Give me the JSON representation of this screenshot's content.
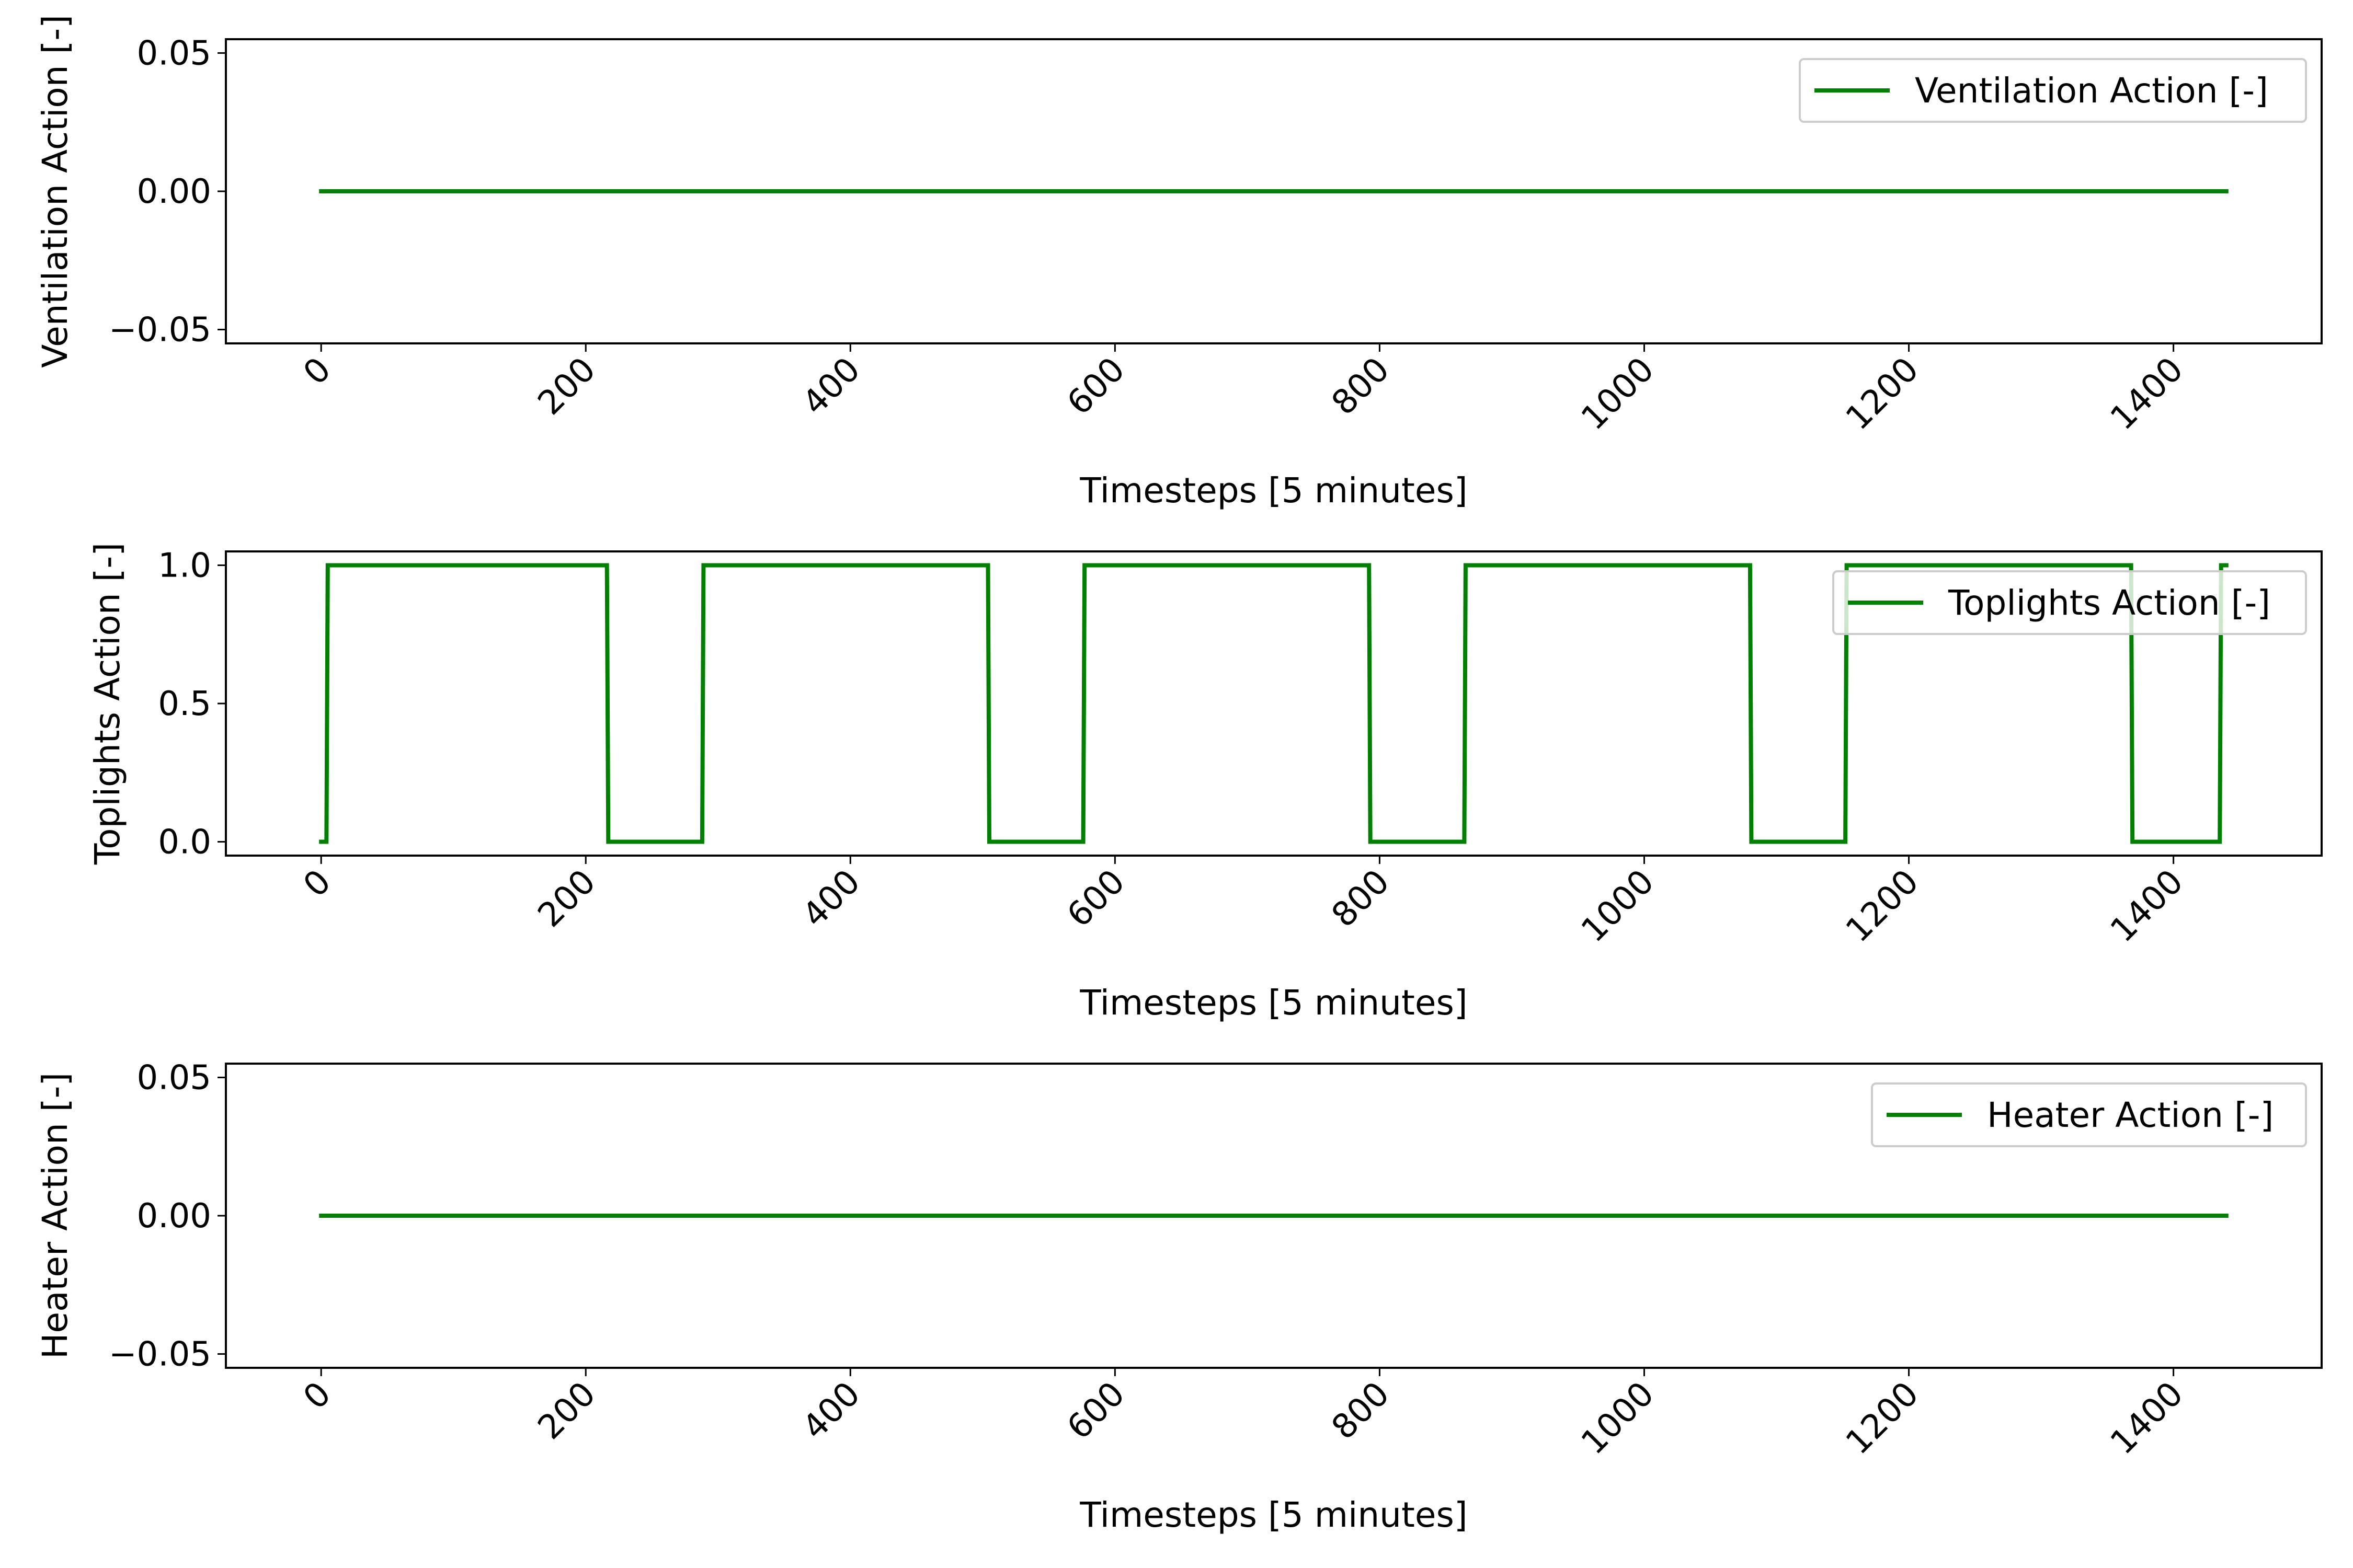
{
  "chart_data": [
    {
      "type": "line",
      "xlabel": "Timesteps [5 minutes]",
      "ylabel": "Ventilation Action [-]",
      "xlim": [
        -72,
        1512
      ],
      "ylim": [
        -0.055,
        0.055
      ],
      "xticks": [
        0,
        200,
        400,
        600,
        800,
        1000,
        1200,
        1400
      ],
      "xtick_labels": [
        "0",
        "200",
        "400",
        "600",
        "800",
        "1000",
        "1200",
        "1400"
      ],
      "yticks": [
        -0.05,
        0.0,
        0.05
      ],
      "ytick_labels": [
        "−0.05",
        "0.00",
        "0.05"
      ],
      "grid": false,
      "legend_position": "top-right",
      "series": [
        {
          "name": "Ventilation Action [-]",
          "color": "#008000",
          "x": [
            0,
            1440
          ],
          "y": [
            0,
            0
          ]
        }
      ]
    },
    {
      "type": "line",
      "xlabel": "Timesteps [5 minutes]",
      "ylabel": "Toplights Action [-]",
      "xlim": [
        -72,
        1512
      ],
      "ylim": [
        -0.05,
        1.05
      ],
      "xticks": [
        0,
        200,
        400,
        600,
        800,
        1000,
        1200,
        1400
      ],
      "xtick_labels": [
        "0",
        "200",
        "400",
        "600",
        "800",
        "1000",
        "1200",
        "1400"
      ],
      "yticks": [
        0.0,
        0.5,
        1.0
      ],
      "ytick_labels": [
        "0.0",
        "0.5",
        "1.0"
      ],
      "grid": false,
      "legend_position": "top-right",
      "series": [
        {
          "name": "Toplights Action [-]",
          "color": "#008000",
          "x": [
            0,
            4,
            5,
            216,
            217,
            288,
            289,
            504,
            505,
            576,
            577,
            792,
            793,
            864,
            865,
            1080,
            1081,
            1152,
            1153,
            1368,
            1369,
            1435,
            1436,
            1440
          ],
          "y": [
            0,
            0,
            1,
            1,
            0,
            0,
            1,
            1,
            0,
            0,
            1,
            1,
            0,
            0,
            1,
            1,
            0,
            0,
            1,
            1,
            0,
            0,
            1,
            1
          ]
        }
      ]
    },
    {
      "type": "line",
      "xlabel": "Timesteps [5 minutes]",
      "ylabel": "Heater Action [-]",
      "xlim": [
        -72,
        1512
      ],
      "ylim": [
        -0.055,
        0.055
      ],
      "xticks": [
        0,
        200,
        400,
        600,
        800,
        1000,
        1200,
        1400
      ],
      "xtick_labels": [
        "0",
        "200",
        "400",
        "600",
        "800",
        "1000",
        "1200",
        "1400"
      ],
      "yticks": [
        -0.05,
        0.0,
        0.05
      ],
      "ytick_labels": [
        "−0.05",
        "0.00",
        "0.05"
      ],
      "grid": false,
      "legend_position": "top-right",
      "series": [
        {
          "name": "Heater Action [-]",
          "color": "#008000",
          "x": [
            0,
            1440
          ],
          "y": [
            0,
            0
          ]
        }
      ]
    }
  ]
}
